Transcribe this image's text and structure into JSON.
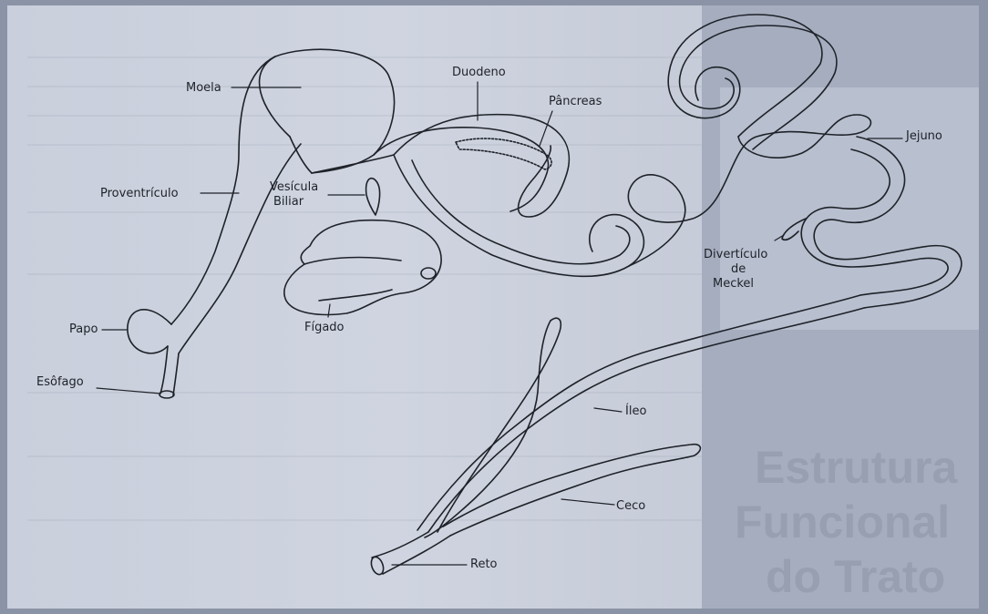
{
  "labels": {
    "moela": "Moela",
    "duodeno": "Duodeno",
    "pancreas": "Pâncreas",
    "jejuno": "Jejuno",
    "proventriculo": "Proventrículo",
    "vesicula_line1": "Vesícula",
    "vesicula_line2": "Biliar",
    "diverticulo_line1": "Divertículo",
    "diverticulo_line2": "de",
    "diverticulo_line3": "Meckel",
    "papo": "Papo",
    "figado": "Fígado",
    "esofago": "Esôfago",
    "ileo": "Íleo",
    "ceco": "Ceco",
    "reto": "Reto"
  },
  "background_heading": {
    "line1": "Estrutura",
    "line2": "Funcional",
    "line3": "do Trato"
  },
  "colors": {
    "page": "#c9cfdc",
    "ink": "#1e2228"
  }
}
